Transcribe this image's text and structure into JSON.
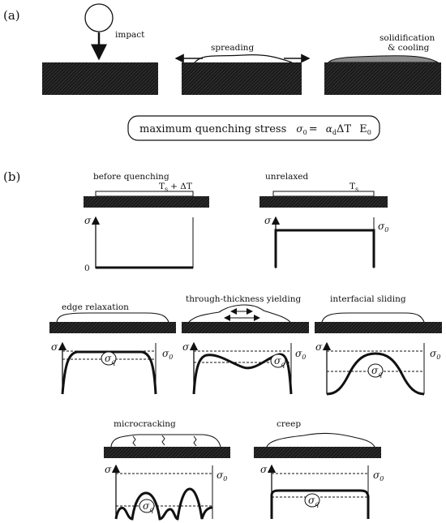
{
  "panels": {
    "a": "(a)",
    "b": "(b)"
  },
  "part_a": {
    "impact": "impact",
    "spreading": "spreading",
    "solidification_line1": "solidification",
    "solidification_line2": "& cooling",
    "formula_text": "maximum quenching stress",
    "formula_sigma": "σ",
    "formula_sigma_sub": "0",
    "formula_equals": "=",
    "formula_alpha": "α",
    "formula_alpha_sub": "d",
    "formula_delta_t": "ΔT",
    "formula_e": "E",
    "formula_e_sub": "0"
  },
  "part_b": {
    "before_quenching": "before quenching",
    "ts_plus": "T",
    "ts_plus_sub": "s",
    "ts_plus_rest": "+ ΔT",
    "unrelaxed": "unrelaxed",
    "ts": "T",
    "ts_sub": "s",
    "edge_relaxation": "edge relaxation",
    "through_thickness": "through-thickness yielding",
    "interfacial_sliding": "interfacial sliding",
    "microcracking": "microcracking",
    "creep": "creep",
    "sigma": "σ",
    "sigma0": "σ",
    "sigma0_sub": "0",
    "sigma_q": "σ",
    "sigma_q_sub": "q",
    "zero": "0"
  }
}
